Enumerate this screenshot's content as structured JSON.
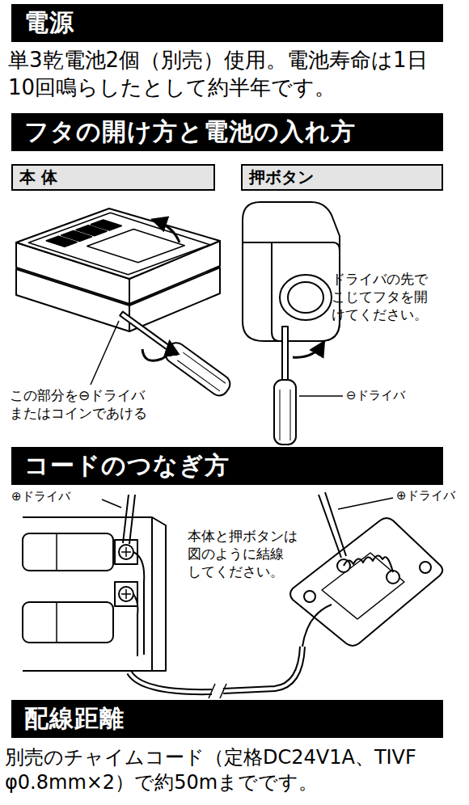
{
  "diagram": {
    "nodes": [
      {
        "text": [
          "電源"
        ]
      },
      {
        "text": [
          "フタの開け方と電池の入れ方"
        ]
      },
      {
        "text": [
          "本 体"
        ]
      },
      {
        "text": [
          "押ボタン"
        ]
      },
      {
        "text": [
          "コードのつなぎ方"
        ]
      },
      {
        "text": [
          "配線距離"
        ]
      }
    ],
    "labels": [
      "単3乾電池2個（別売）使用。電池寿命は1日 10回鳴らしたとして約半年です。",
      "ドライバの先で こじてフタを開 けてください。",
      "この部分を⊖ドライバ またはコインであける",
      "⊖ドライバ",
      "⊕ドライバ",
      "本体と押ボタンは 図のように結線 してください。",
      "⊕ドライバ",
      "別売のチャイムコード（定格DC24V1A、TIVF φ0.8mm×2）で約50mまでです。"
    ]
  }
}
